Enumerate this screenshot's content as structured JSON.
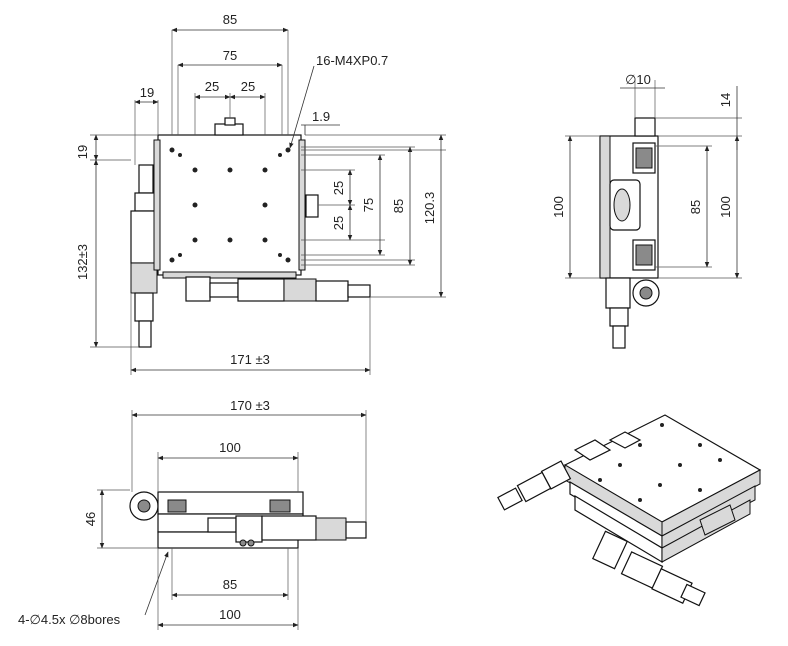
{
  "top_view": {
    "dims": {
      "d85_top": "85",
      "d75_top": "75",
      "d25_left": "25",
      "d25_right": "25",
      "d19_horiz": "19",
      "d19_vert": "19",
      "d1_9": "1.9",
      "d25_v1": "25",
      "d25_v2": "25",
      "d75_v": "75",
      "d85_v": "85",
      "d120_3": "120.3",
      "d132": "132±3",
      "d171": "171 ±3"
    },
    "callout": "16-M4XP0.7"
  },
  "side_view": {
    "dims": {
      "dia10": "∅10",
      "d14": "14",
      "d100_left": "100",
      "d85": "85",
      "d100_right": "100"
    }
  },
  "front_view": {
    "dims": {
      "d170": "170 ±3",
      "d100_top": "100",
      "d46": "46",
      "d85_bottom": "85",
      "d100_bottom": "100"
    },
    "callout": "4-∅4.5x ∅8bores"
  }
}
